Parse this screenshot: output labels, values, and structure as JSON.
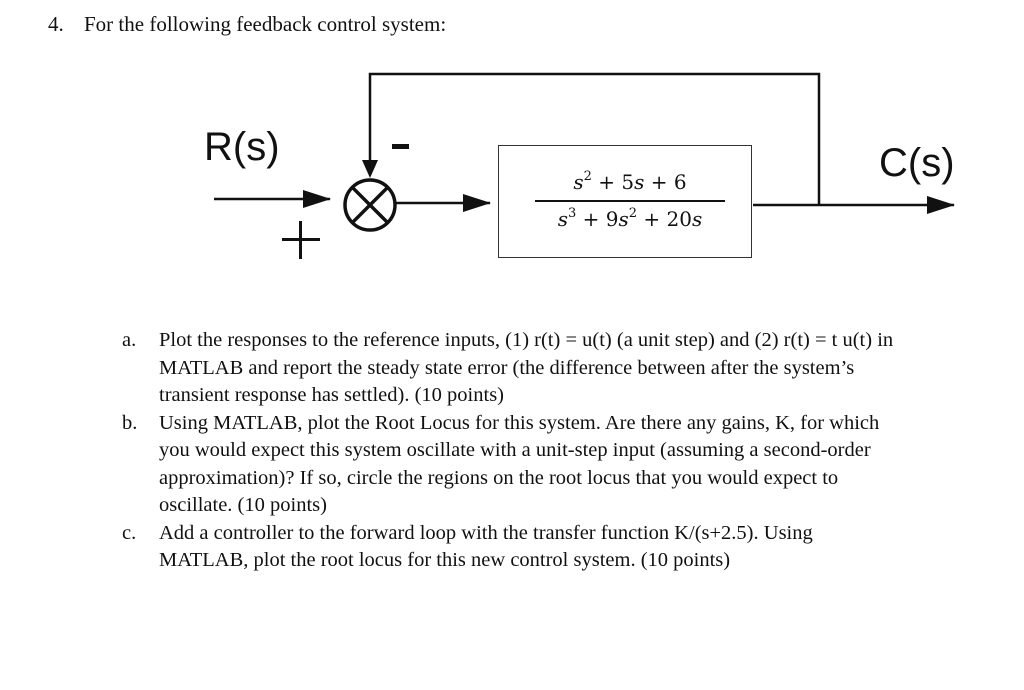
{
  "question": {
    "number": "4.",
    "title": "For the following feedback control system:"
  },
  "diagram": {
    "input_label": "R(s)",
    "output_label": "C(s)",
    "feedback_sign": "-",
    "input_sign": "+",
    "transfer_function": {
      "numerator": [
        "s",
        "2",
        " + 5",
        "s",
        " + 6"
      ],
      "denominator": [
        "s",
        "3",
        " + 9",
        "s",
        "2",
        " + 20",
        "s"
      ]
    }
  },
  "parts": [
    {
      "letter": "a.",
      "lines": [
        "Plot the responses to the reference inputs, (1) r(t) = u(t) (a unit step) and (2) r(t) = t u(t) in",
        "MATLAB and report the steady state error (the difference between after the system’s",
        "transient response has settled). (10 points)"
      ]
    },
    {
      "letter": "b.",
      "lines": [
        "Using MATLAB, plot the Root Locus for this system. Are there any gains, K, for which",
        "you would expect this system oscillate with a unit-step input (assuming a second-order",
        "approximation)? If so, circle the regions on the root locus that you would expect to",
        "oscillate. (10 points)"
      ]
    },
    {
      "letter": "c.",
      "lines": [
        "Add a controller to the forward loop with the transfer function K/(s+2.5). Using",
        "MATLAB, plot the root locus for this new control system. (10 points)"
      ]
    }
  ]
}
